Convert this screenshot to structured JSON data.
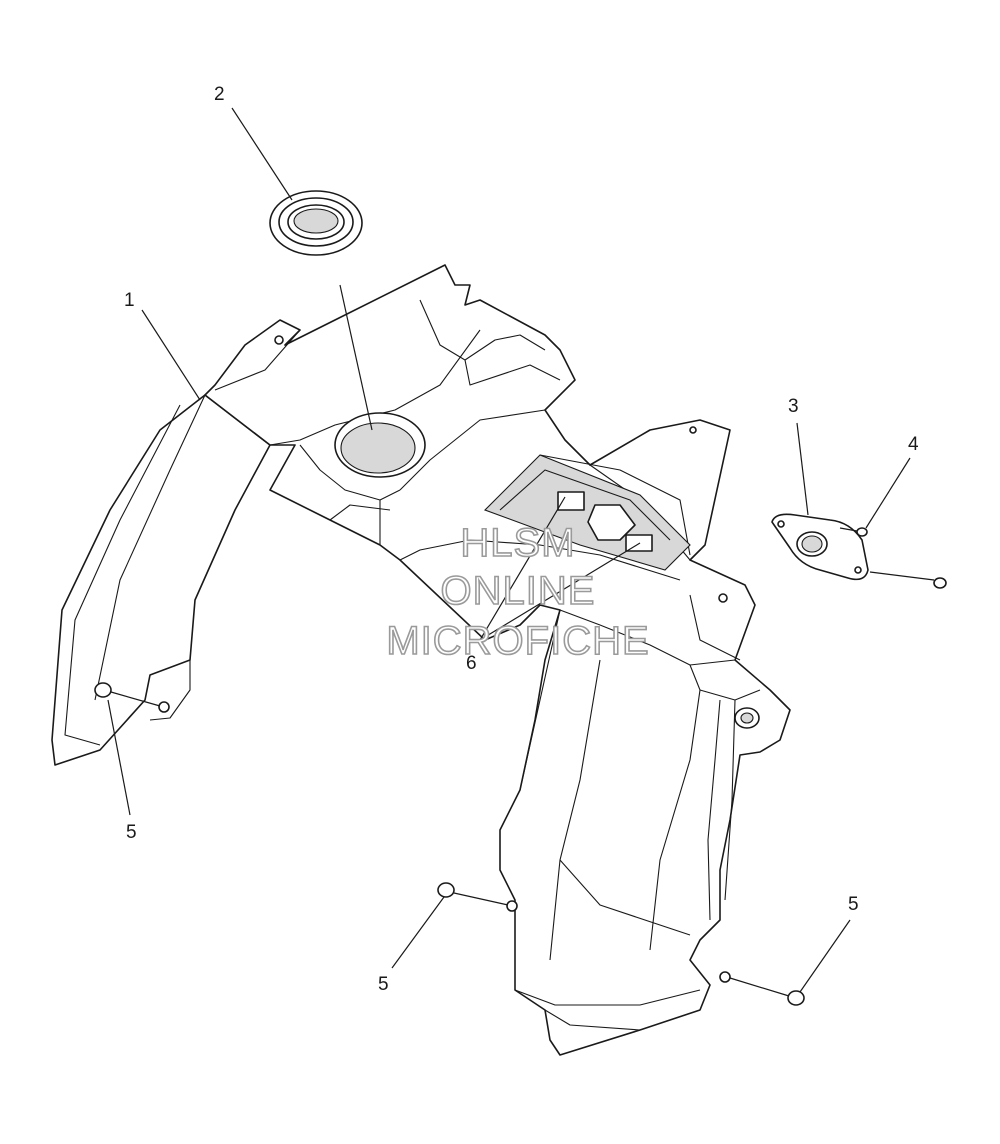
{
  "callouts": {
    "c1": "1",
    "c2": "2",
    "c3": "3",
    "c4": "4",
    "c5a": "5",
    "c5b": "5",
    "c5c": "5",
    "c6": "6"
  },
  "watermark": {
    "line1": "HLSM",
    "line2": "ONLINE",
    "line3": "MICROFICHE"
  }
}
